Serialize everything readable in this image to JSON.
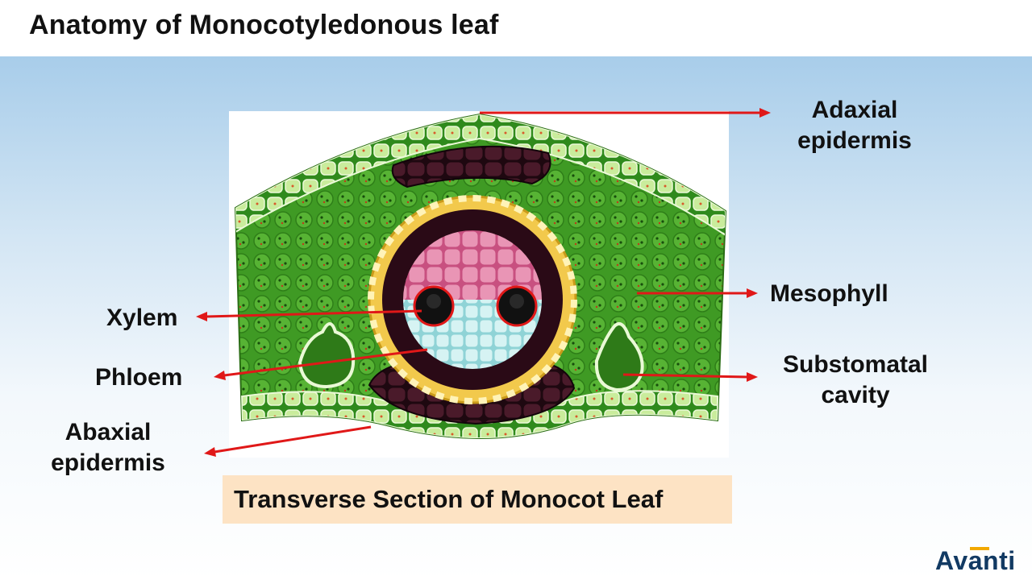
{
  "header": {
    "title": "Anatomy of Monocotyledonous leaf"
  },
  "labels": {
    "adaxial_line1": "Adaxial",
    "adaxial_line2": "epidermis",
    "mesophyll": "Mesophyll",
    "substomatal_line1": "Substomatal",
    "substomatal_line2": "cavity",
    "xylem": "Xylem",
    "phloem": "Phloem",
    "abaxial_line1": "Abaxial",
    "abaxial_line2": "epidermis"
  },
  "caption": "Transverse Section of Monocot Leaf",
  "brand": "Avanti",
  "colors": {
    "arrow": "#e01818",
    "mesophyll_green": "#3f9a24",
    "epidermis_green": "#c9ec9c",
    "sclerenchyma": "#3a1320",
    "xylem_pink": "#e995b5",
    "phloem_blue": "#cfeff0",
    "bundle_sheath_yellow": "#f2c94c",
    "caption_bg": "#fde3c4",
    "brand_blue": "#123a63"
  }
}
